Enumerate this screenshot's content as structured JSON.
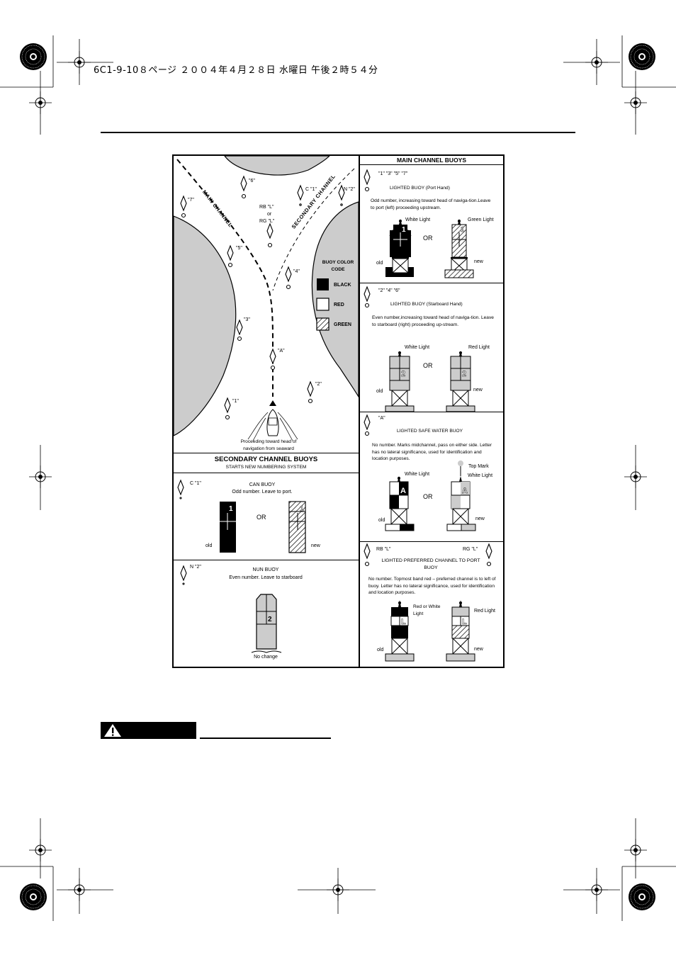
{
  "header": {
    "text": "6C1-9-10８ページ ２００４年４月２８日 水曜日 午後２時５４分"
  },
  "figure": {
    "map": {
      "main_channel": "MAIN CHANNEL",
      "secondary_channel": "SECONDARY CHANNEL",
      "buoy_labels": [
        "\"7\"",
        "\"6\"",
        "C \"1\"",
        "N \"2\"",
        "\"5\"",
        "\"4\"",
        "\"3\"",
        "\"A\"",
        "\"2\"",
        "\"1\""
      ],
      "rb_l": "RB \"L\"",
      "or": "or",
      "rg_l": "RG \"L\"",
      "color_code_title": "BUOY COLOR CODE",
      "black": "BLACK",
      "red": "RED",
      "green": "GREEN",
      "caption": "Proceeding toward head of navigation from seaward"
    },
    "secondary": {
      "title": "SECONDARY CHANNEL BUOYS",
      "subtitle": "STARTS NEW NUMBERING SYSTEM",
      "can": {
        "label": "C \"1\"",
        "title": "CAN BUOY",
        "desc": "Odd number. Leave to port.",
        "or": "OR",
        "old": "old",
        "new": "new"
      },
      "nun": {
        "label": "N \"2\"",
        "title": "NUN BUOY",
        "desc": "Even number. Leave to starboard",
        "note": "No change"
      }
    },
    "main": {
      "title": "MAIN CHANNEL BUOYS",
      "port": {
        "label": "\"1\" \"3\" \"5\" \"7\"",
        "title": "LIGHTED BUOY (Port Hand)",
        "desc": "Odd number, increasing toward head of naviga-tion.Leave to port (left) proceeding upstream.",
        "light_old": "White Light",
        "light_new": "Green Light",
        "or": "OR",
        "old": "old",
        "new": "new"
      },
      "starboard": {
        "label": "\"2\" \"4\" \"6\"",
        "title": "LIGHTED BUOY (Starboard Hand)",
        "desc": "Even number,increasing toward head of naviga-tion. Leave to starboard (right) proceeding up-stream.",
        "light_old": "White Light",
        "light_new": "Red Light",
        "or": "OR",
        "old": "old",
        "new": "new"
      },
      "safe": {
        "label": "\"A\"",
        "title": "LIGHTED SAFE WATER BUOY",
        "desc": "No number. Marks midchannel, pass on either side. Letter has no lateral significance, used for identification and location purposes.",
        "top_mark": "Top Mark",
        "light_old": "White Light",
        "light_new": "White Light",
        "or": "OR",
        "old": "old",
        "new": "new"
      },
      "preferred": {
        "label_left": "RB \"L\"",
        "label_right": "RG \"L\"",
        "title": "LIGHTED PREFERRED CHANNEL TO PORT BUOY",
        "desc": "No number. Topmost band red – preferred channel is to left of buoy. Letter has no lateral significance, used for identification and location purposes.",
        "light_old": "Red or White Light",
        "light_new": "Red Light",
        "old": "old",
        "new": "new"
      }
    }
  }
}
